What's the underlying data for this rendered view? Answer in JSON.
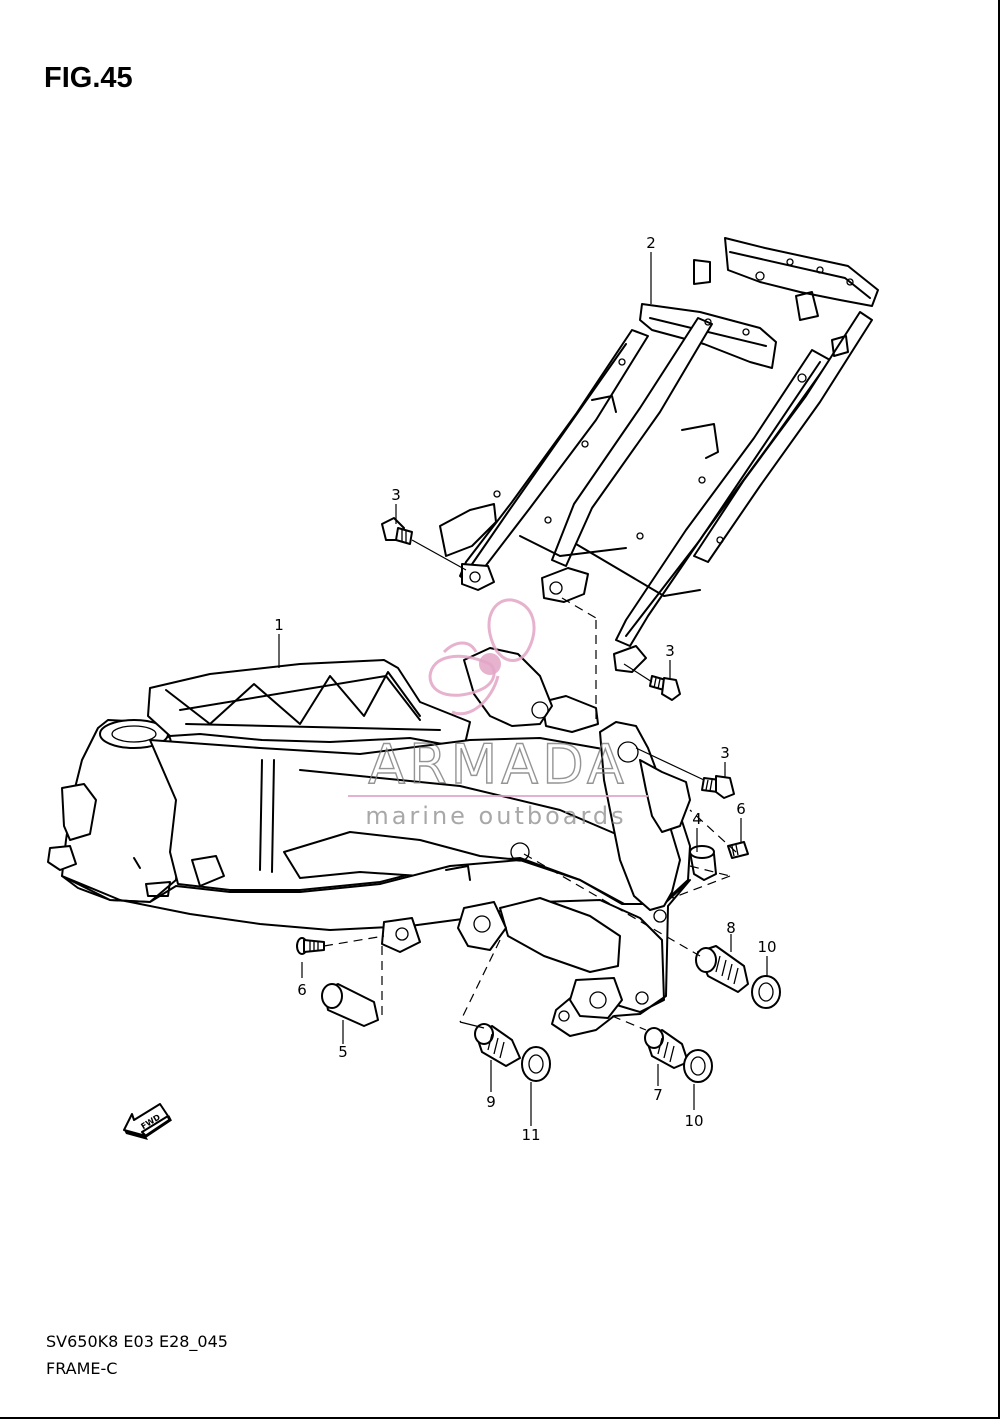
{
  "figure": {
    "title": "FIG.45"
  },
  "footer": {
    "model_code": "SV650K8 E03 E28_045",
    "section": "FRAME-C"
  },
  "callouts": [
    "1",
    "2",
    "3",
    "3",
    "3",
    "4",
    "5",
    "6",
    "6",
    "7",
    "8",
    "9",
    "10",
    "10",
    "11"
  ],
  "orientation": {
    "label": "FWD"
  },
  "watermark": {
    "brand": "ARMADA",
    "tagline": "marine outboards",
    "color": "#e2a4c6"
  }
}
